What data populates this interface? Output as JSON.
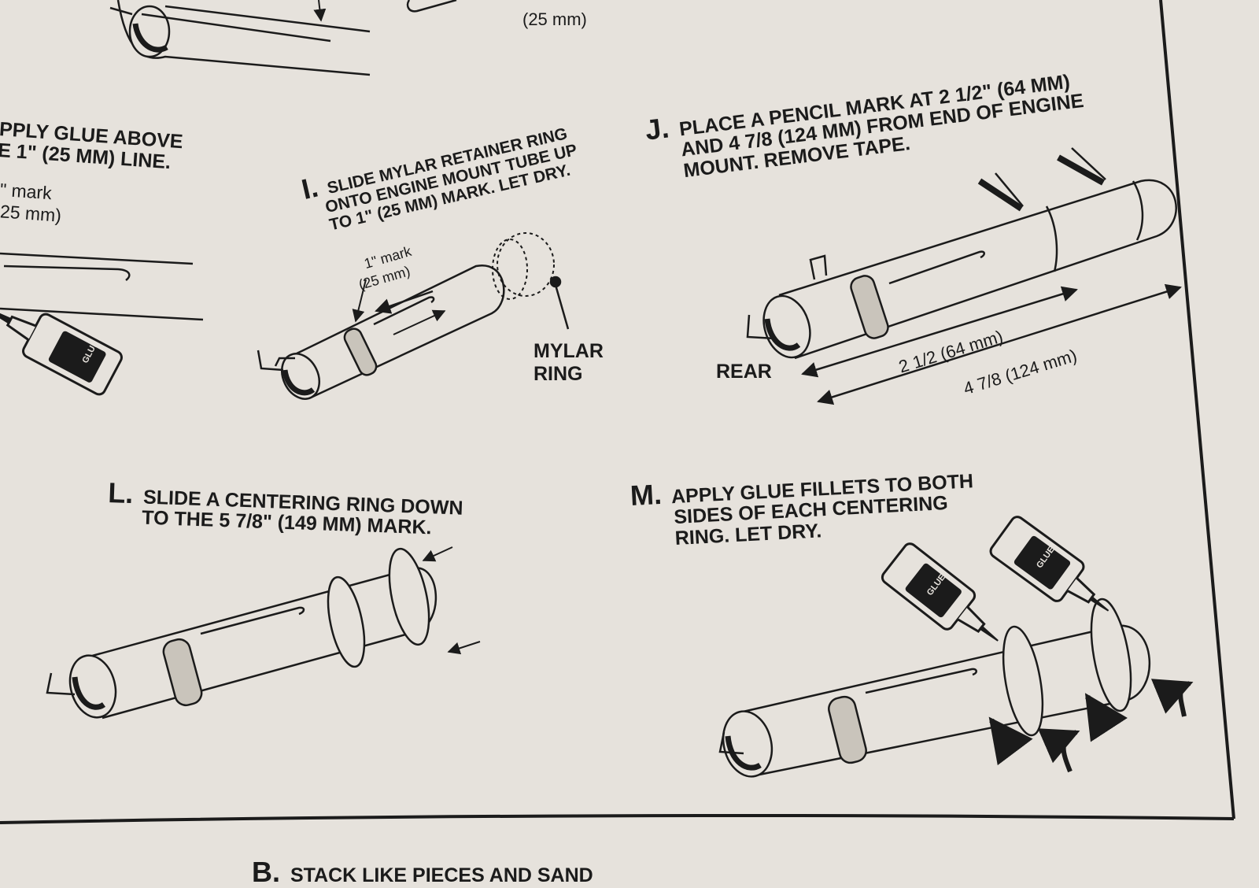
{
  "top_fragment": {
    "mark_mm": "(25 mm)"
  },
  "left_fragment": {
    "line1": "PPLY GLUE ABOVE",
    "line2": "E 1\" (25 MM) LINE.",
    "mark_in": "\" mark",
    "mark_mm": "25 mm)"
  },
  "step_i": {
    "letter": "I.",
    "line1": "SLIDE MYLAR RETAINER RING",
    "line2": "ONTO ENGINE MOUNT TUBE UP",
    "line3": "TO 1\" (25 MM) MARK.  LET DRY.",
    "mark_in": "1\" mark",
    "mark_mm": "(25 mm)",
    "callout_1": "MYLAR",
    "callout_2": "RING"
  },
  "step_j": {
    "letter": "J.",
    "line1": "PLACE A PENCIL MARK AT 2 1/2\" (64 MM)",
    "line2": "AND 4 7/8 (124 MM) FROM END OF ENGINE",
    "line3": "MOUNT. REMOVE TAPE.",
    "rear_label": "REAR",
    "dim_1": "2 1/2 (64 mm)",
    "dim_2": "4 7/8 (124 mm)"
  },
  "step_l": {
    "letter": "L.",
    "line1": "SLIDE A CENTERING RING DOWN",
    "line2": "TO THE 5 7/8\" (149 MM) MARK."
  },
  "step_m": {
    "letter": "M.",
    "line1": "APPLY GLUE FILLETS TO BOTH",
    "line2": "SIDES OF EACH CENTERING",
    "line3": "RING.  LET DRY."
  },
  "step_b": {
    "letter": "B.",
    "line1": "STACK LIKE PIECES AND SAND"
  },
  "glue_bottle_label": "GLUE",
  "colors": {
    "paper": "#e6e2dc",
    "ink": "#1b1b1b",
    "band": "#c9c4bb"
  }
}
